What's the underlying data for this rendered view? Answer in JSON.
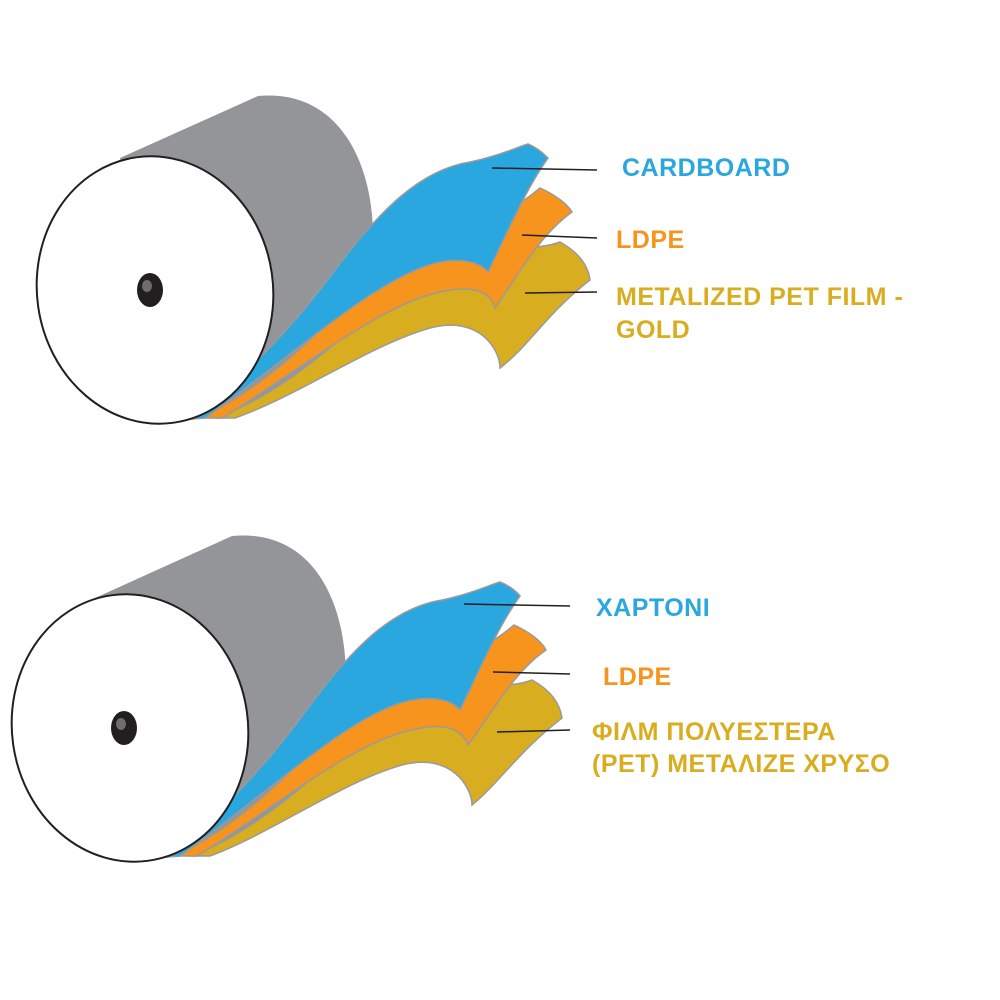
{
  "colors": {
    "cardboard": "#2ba7e0",
    "ldpe": "#f7941d",
    "metalized_gold": "#d8ad1f",
    "roll_side": "#939598",
    "roll_face": "#ffffff",
    "outline": "#231f20",
    "leader_line": "#231f20"
  },
  "diagrams": [
    {
      "language": "English",
      "layers": [
        {
          "key": "cardboard",
          "lines": [
            "CARDBOARD"
          ]
        },
        {
          "key": "ldpe",
          "lines": [
            "LDPE"
          ]
        },
        {
          "key": "metalized",
          "lines": [
            "METALIZED PET FILM -",
            "GOLD"
          ]
        }
      ]
    },
    {
      "language": "Greek",
      "layers": [
        {
          "key": "cardboard",
          "lines": [
            "ΧΑΡΤΟΝΙ"
          ]
        },
        {
          "key": "ldpe",
          "lines": [
            "LDPE"
          ]
        },
        {
          "key": "metalized",
          "lines": [
            "ΦΙΛΜ ΠΟΛΥΕΣΤΕΡΑ",
            "(PET) ΜΕΤΑΛΙΖΕ ΧΡΥΣΟ"
          ]
        }
      ]
    }
  ]
}
